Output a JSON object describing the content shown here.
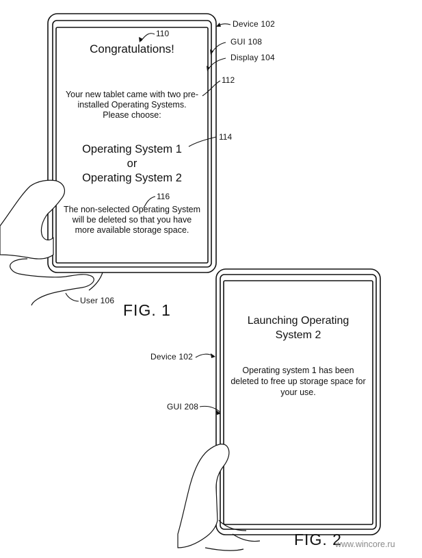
{
  "fig1": {
    "ref_110": "110",
    "title": "Congratulations!",
    "ref_112": "112",
    "message_lines": [
      "Your new tablet came with two pre-",
      "installed Operating Systems.",
      "Please choose:"
    ],
    "ref_114": "114",
    "option_1": "Operating System 1",
    "or": "or",
    "option_2": "Operating System 2",
    "ref_116": "116",
    "warning_lines": [
      "The non-selected Operating System",
      "will be deleted so that you have",
      "more available storage space."
    ],
    "label_device": "Device 102",
    "label_gui": "GUI 108",
    "label_display": "Display 104",
    "label_user": "User 106",
    "caption": "FIG. 1"
  },
  "fig2": {
    "title_lines": [
      "Launching Operating",
      "System 2"
    ],
    "message_lines": [
      "Operating system 1 has been",
      "deleted to free up storage space for",
      "your use."
    ],
    "label_device": "Device 102",
    "label_gui": "GUI 208",
    "caption": "FIG. 2"
  },
  "watermark": "www.wincore.ru"
}
